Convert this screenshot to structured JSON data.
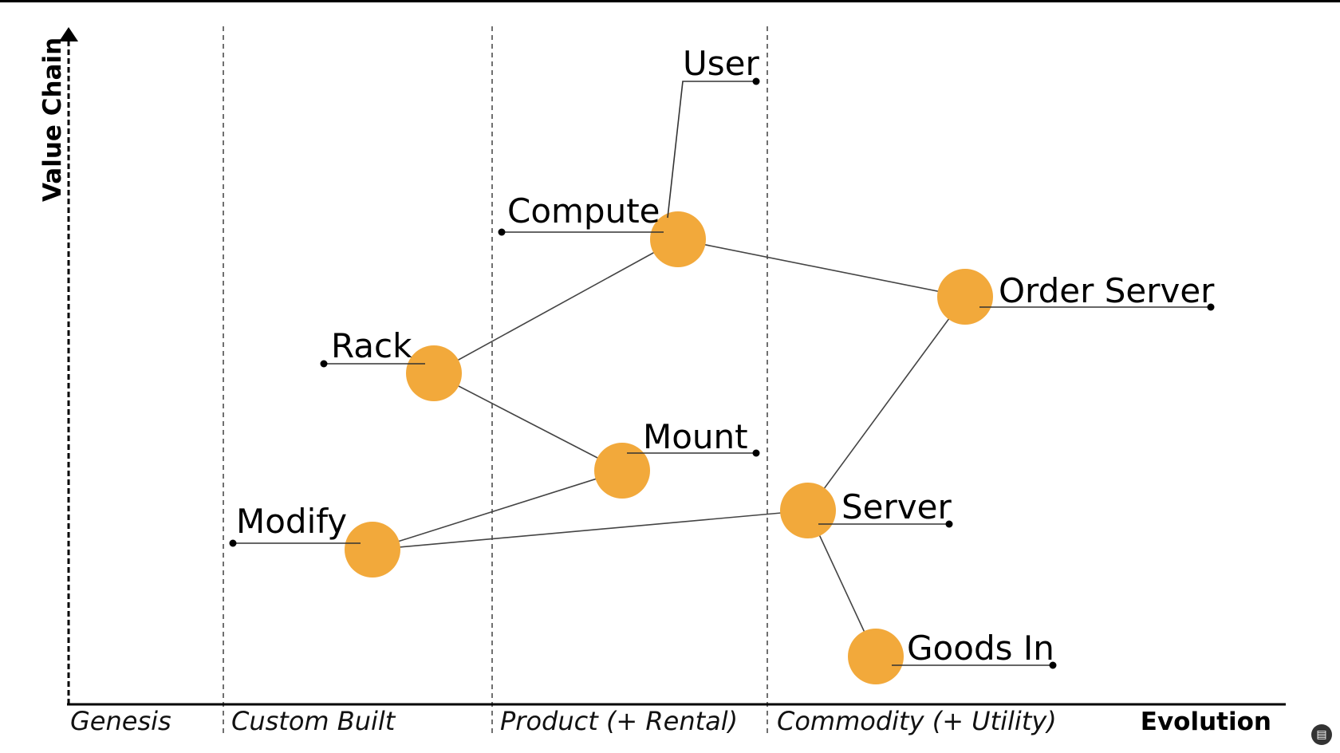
{
  "axes": {
    "y_title": "Value Chain",
    "x_title": "Evolution"
  },
  "phases": [
    {
      "id": "genesis",
      "label": "Genesis"
    },
    {
      "id": "custom",
      "label": "Custom Built"
    },
    {
      "id": "product",
      "label": "Product (+ Rental)"
    },
    {
      "id": "commodity",
      "label": "Commodity (+ Utility)"
    }
  ],
  "nodes": [
    {
      "id": "user",
      "label": "User",
      "has_circle": false
    },
    {
      "id": "compute",
      "label": "Compute",
      "has_circle": true
    },
    {
      "id": "order-server",
      "label": "Order Server",
      "has_circle": true
    },
    {
      "id": "rack",
      "label": "Rack",
      "has_circle": true
    },
    {
      "id": "mount",
      "label": "Mount",
      "has_circle": true
    },
    {
      "id": "modify",
      "label": "Modify",
      "has_circle": true
    },
    {
      "id": "server",
      "label": "Server",
      "has_circle": true
    },
    {
      "id": "goods-in",
      "label": "Goods In",
      "has_circle": true
    }
  ],
  "links": [
    [
      "user",
      "compute"
    ],
    [
      "compute",
      "rack"
    ],
    [
      "compute",
      "order-server"
    ],
    [
      "rack",
      "mount"
    ],
    [
      "mount",
      "modify"
    ],
    [
      "modify",
      "server"
    ],
    [
      "server",
      "order-server"
    ],
    [
      "server",
      "goods-in"
    ]
  ],
  "colors": {
    "node_fill": "#f2a93b",
    "line": "#444444",
    "axis": "#000000"
  },
  "icons": {
    "corner": "caption-icon"
  }
}
